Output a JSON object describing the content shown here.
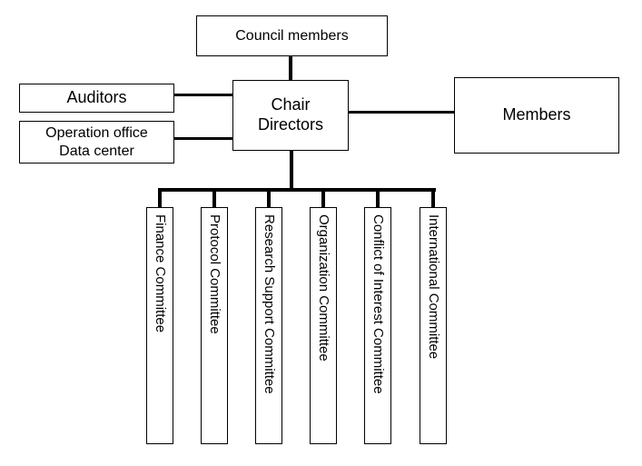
{
  "nodes": {
    "council": "Council members",
    "auditors": "Auditors",
    "operation_office": [
      "Operation office",
      "Data center"
    ],
    "chair": [
      "Chair",
      "Directors"
    ],
    "members": "Members"
  },
  "committees": [
    "Finance Committee",
    "Protocol Committee",
    "Research Support Committee",
    "Organization Committee",
    "Conflict of Interest Committee",
    "International Committee"
  ]
}
